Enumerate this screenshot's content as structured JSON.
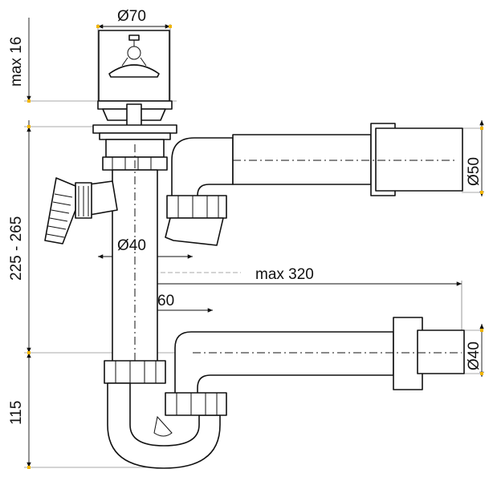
{
  "dimensions": {
    "strainer_diameter": "Ø70",
    "height_max": "max 16",
    "height_range": "225 - 265",
    "height_bottom": "115",
    "pipe_diameter_inner": "Ø40",
    "outlet_upper_diameter": "Ø50",
    "outlet_lower_diameter": "Ø40",
    "outlet_length": "max 320",
    "offset": "60"
  },
  "colors": {
    "line": "#111111",
    "dimension_tick": "#f2b600"
  }
}
